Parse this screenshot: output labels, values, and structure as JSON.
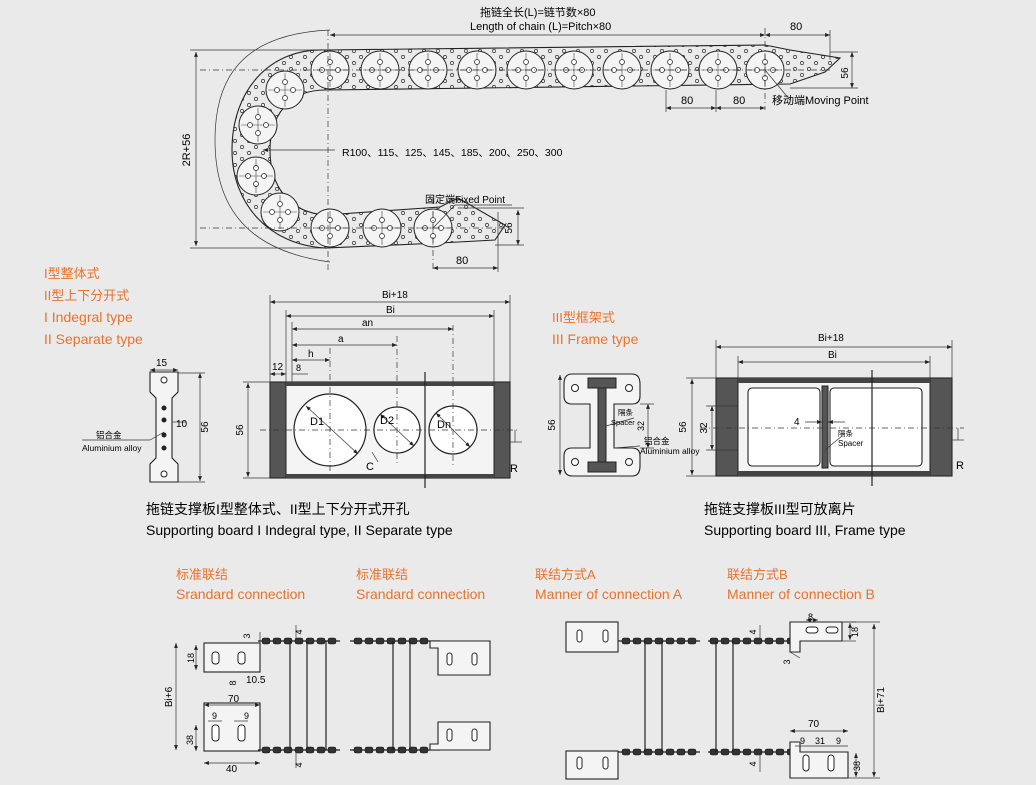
{
  "chain": {
    "length_cn": "拖链全长(L)=链节数×80",
    "length_en": "Length of chain (L)=Pitch×80",
    "dim_80_top": "80",
    "dim_56_right": "56",
    "dim_80_a": "80",
    "dim_80_b": "80",
    "moving_point": "移动端Moving Point",
    "height_label": "2R+56",
    "radius_list": "R100、115、125、145、185、200、250、300",
    "fixed_point": "固定端Fixed Point",
    "dim_56_fixed": "56",
    "dim_80_bottom": "80"
  },
  "types": {
    "t1_cn": "I型整体式",
    "t2_cn": "II型上下分开式",
    "t1_en": "I Indegral type",
    "t2_en": "II Separate type",
    "t3_cn": "III型框架式",
    "t3_en": "III Frame type"
  },
  "board1": {
    "w15": "15",
    "h10": "10",
    "h56": "56",
    "alloy_cn": "铝合金",
    "alloy_en": "Aluminium alloy",
    "bi18": "Bi+18",
    "bi": "Bi",
    "an": "an",
    "a": "a",
    "h": "h",
    "d12": "12",
    "d8": "8",
    "h56b": "56",
    "D1": "D1",
    "D2": "D2",
    "Dn": "Dn",
    "C": "C",
    "R": "R",
    "caption_cn": "拖链支撑板I型整体式、II型上下分开式开孔",
    "caption_en": "Supporting board I Indegral type, II Separate type"
  },
  "board3": {
    "h56": "56",
    "spacer_cn": "隔条",
    "spacer_en": "Spacer",
    "d32": "32",
    "alloy_cn": "铝合金",
    "alloy_en": "Aluminium alloy",
    "bi18": "Bi+18",
    "bi": "Bi",
    "h56b": "56",
    "d32b": "32",
    "d4": "4",
    "spacer2_cn": "隔条",
    "spacer2_en": "Spacer",
    "R": "R",
    "caption_cn": "拖链支撑板III型可放离片",
    "caption_en": "Supporting board III, Frame type"
  },
  "connections": {
    "std1_cn": "标准联结",
    "std1_en": "Srandard connection",
    "std2_cn": "标准联结",
    "std2_en": "Srandard connection",
    "a_cn": "联结方式A",
    "a_en": "Manner of connection A",
    "b_cn": "联结方式B",
    "b_en": "Manner of connection B"
  },
  "conn_dims": {
    "c1_3": "3",
    "c1_4top": "4",
    "c1_18": "18",
    "c1_8": "8",
    "c1_105": "10.5",
    "c1_bi6": "Bi+6",
    "c1_70": "70",
    "c1_9a": "9",
    "c1_9b": "9",
    "c1_38": "38",
    "c1_40": "40",
    "c1_4bot": "4",
    "cb_4": "4",
    "cb_8": "8",
    "cb_18": "18",
    "cb_3": "3",
    "cb_bi71": "Bi+71",
    "cb_70": "70",
    "cb_9": "9",
    "cb_31": "31",
    "cb_9b": "9",
    "cb_4b": "4",
    "cb_38": "38"
  }
}
